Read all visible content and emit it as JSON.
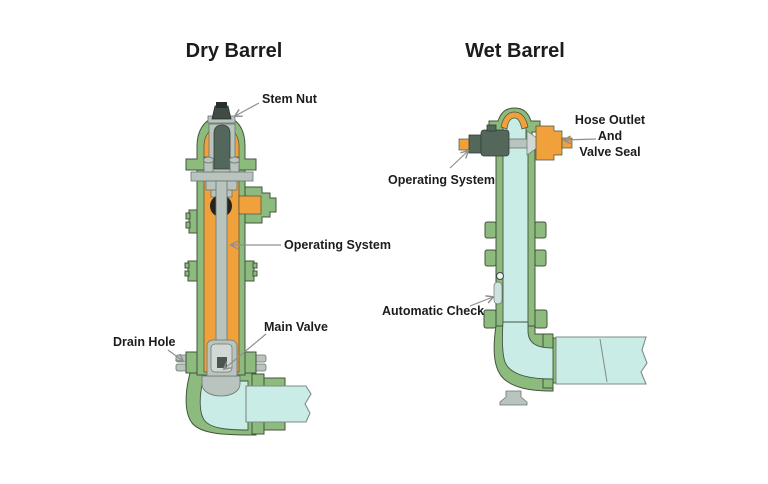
{
  "colors": {
    "body_green": "#8DBA7D",
    "interior_orange": "#F1A13C",
    "water_cyan": "#C9ECE7",
    "metal_gray": "#BAC4BF",
    "dark_metal": "#54675B",
    "stem_black": "#2A2E28",
    "outline_dark": "#44543F",
    "metal_line": "#6B756F",
    "pipe_line": "#7E8D86",
    "leader_gray": "#8F8F8F",
    "text_dark": "#1C1C1C"
  },
  "dry": {
    "title": "Dry Barrel",
    "labels": {
      "stem_nut": "Stem Nut",
      "operating_system": "Operating System",
      "main_valve": "Main Valve",
      "drain_hole": "Drain Hole"
    }
  },
  "wet": {
    "title": "Wet Barrel",
    "labels": {
      "hose_outlet_line1": "Hose Outlet",
      "hose_outlet_line2": "And",
      "hose_outlet_line3": "Valve Seal",
      "operating_system": "Operating System",
      "automatic_check": "Automatic Check"
    }
  }
}
